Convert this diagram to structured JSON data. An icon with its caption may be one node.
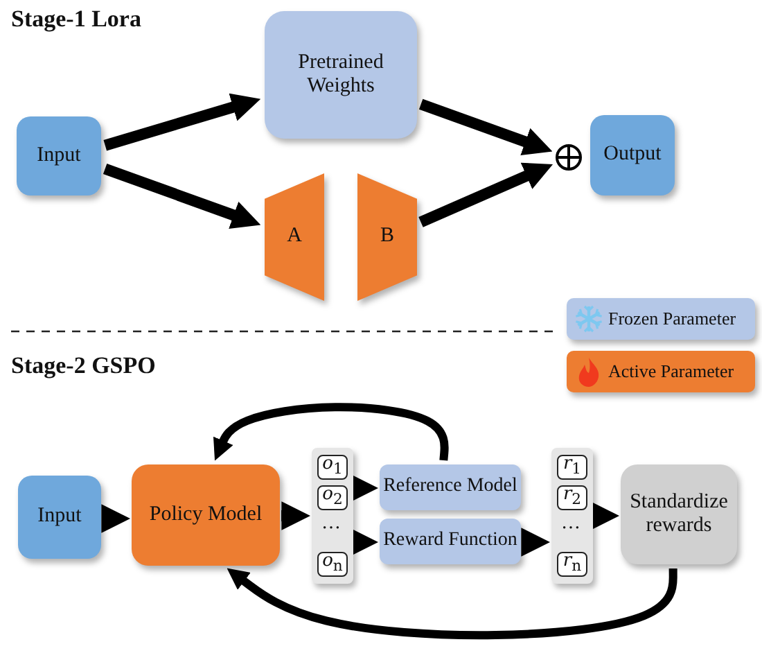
{
  "diagram": {
    "nodes": [
      {
        "text": [
          "Input"
        ]
      },
      {
        "text": [
          "Pretrained Weights"
        ]
      },
      {
        "text": [
          "A"
        ]
      },
      {
        "text": [
          "B"
        ]
      },
      {
        "text": [],
        "shape": "circle"
      },
      {
        "text": [
          "Output"
        ]
      },
      {
        "text": [
          "Input"
        ]
      },
      {
        "text": [
          "Policy Model"
        ]
      },
      {
        "text": [],
        "shape": "box"
      },
      {
        "text": [
          "*o*$_{1}$"
        ],
        "in": 8
      },
      {
        "text": [
          "*o*$_{2}$"
        ],
        "in": 8
      },
      {
        "text": [
          "*o*$_{n}$"
        ],
        "in": 8
      },
      {
        "text": [
          "Reference Model"
        ]
      },
      {
        "text": [
          "Reward Function"
        ]
      },
      {
        "text": [],
        "shape": "box"
      },
      {
        "text": [
          "*r*$_{1}$"
        ],
        "in": 14
      },
      {
        "text": [
          "*r*$_{2}$"
        ],
        "in": 14
      },
      {
        "text": [
          "*r*$_{n}$"
        ],
        "in": 14
      },
      {
        "text": [
          "Standardize rewards"
        ]
      }
    ],
    "edges": [
      {
        "from": 0,
        "to": 1,
        "arrow": "to"
      },
      {
        "from": 0,
        "to": 2,
        "arrow": "to"
      },
      {
        "from": 1,
        "to": 4,
        "arrow": "to"
      },
      {
        "from": 3,
        "to": 4,
        "arrow": "to"
      },
      {
        "from": 6,
        "to": 7,
        "arrow": "to"
      },
      {
        "from": 7,
        "to": 8,
        "arrow": "to"
      },
      {
        "from": 8,
        "to": 12,
        "arrow": "to"
      },
      {
        "from": 8,
        "to": 13,
        "arrow": "to"
      },
      {
        "from": 13,
        "to": 14,
        "arrow": "to"
      },
      {
        "from": 14,
        "to": 18,
        "arrow": "to"
      },
      {
        "from": 12,
        "to": 7,
        "arrow": "to"
      },
      {
        "from": 18,
        "to": 7,
        "arrow": "to"
      }
    ],
    "labels": [
      "Stage-1 Lora",
      "Stage-2 GSPO",
      "…",
      "…"
    ],
    "legend": [
      {
        "text": "Frozen Parameter",
        "color": "#b4c7e7"
      },
      {
        "text": "Active Parameter",
        "color": "#ed7d31"
      }
    ]
  }
}
